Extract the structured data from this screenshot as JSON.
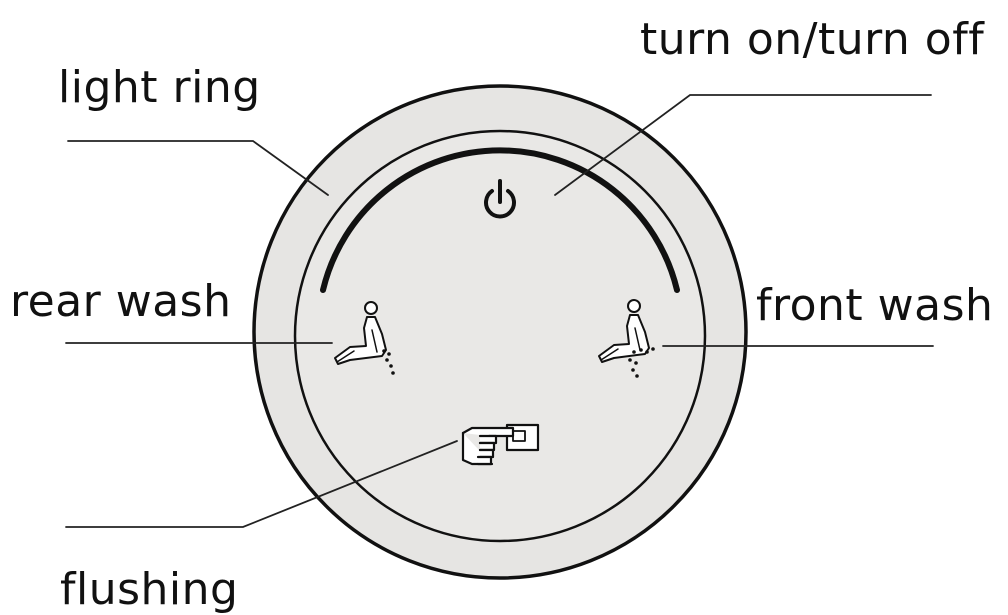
{
  "labels": {
    "light_ring": "light ring",
    "power": "turn on/turn off",
    "rear_wash": "rear wash",
    "front_wash": "front wash",
    "flushing": "flushing"
  },
  "icons": {
    "power": "power-icon",
    "rear_wash": "rear-wash-icon",
    "front_wash": "front-wash-icon",
    "flushing": "flush-hand-icon"
  },
  "colors": {
    "outer_ring": "#e6e5e3",
    "inner_face": "#e9e8e6",
    "stroke": "#111111",
    "line": "#222222"
  }
}
